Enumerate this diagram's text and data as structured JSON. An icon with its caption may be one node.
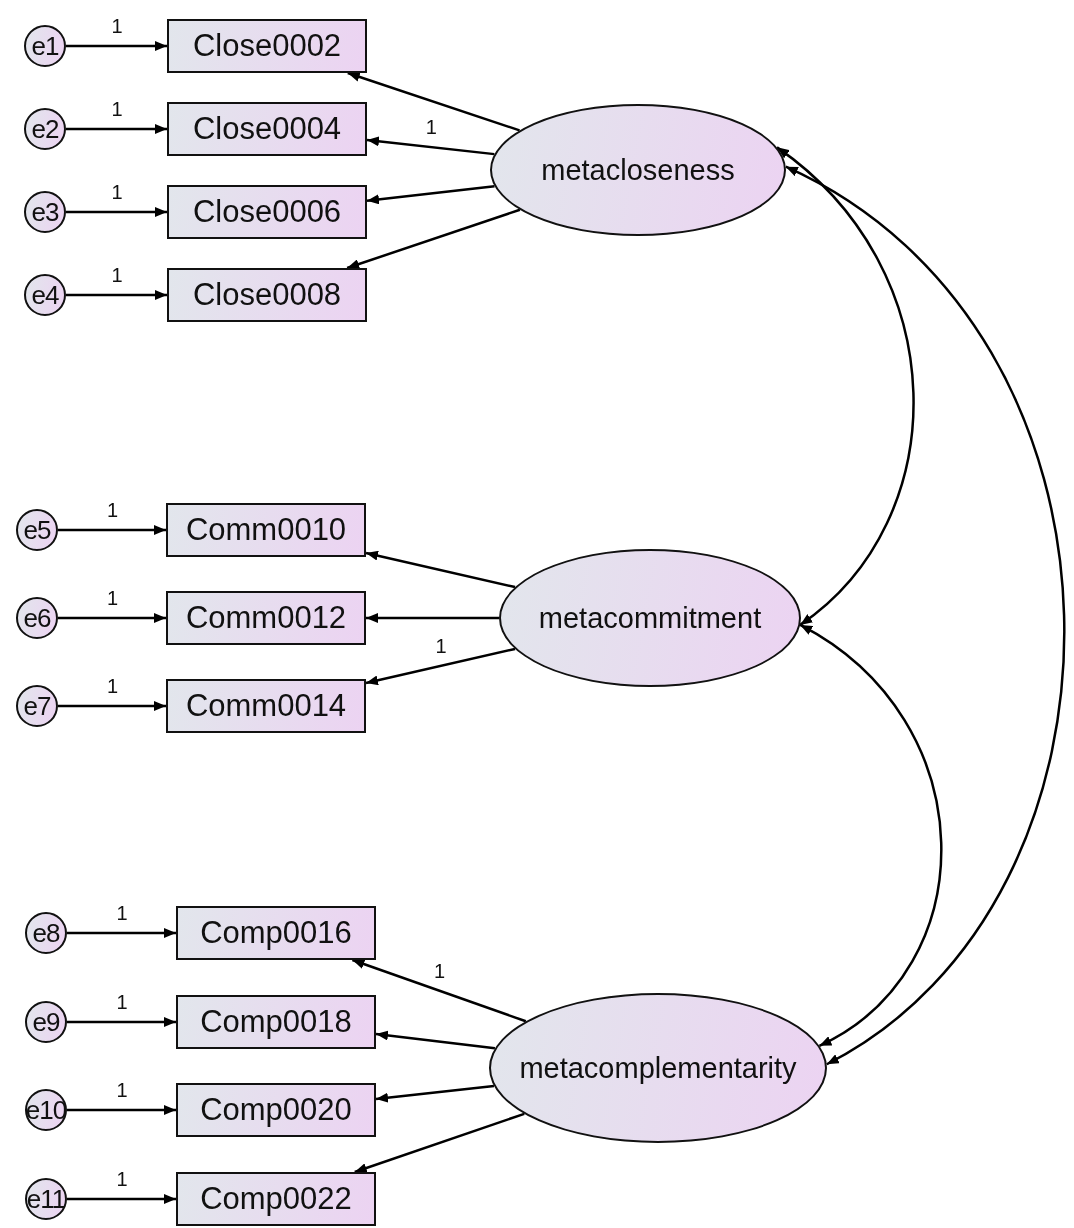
{
  "diagram": {
    "nodes": [
      {
        "text": [
          "e1"
        ]
      },
      {
        "text": [
          "Close0002"
        ]
      },
      {
        "text": [
          "e2"
        ]
      },
      {
        "text": [
          "Close0004"
        ]
      },
      {
        "text": [
          "e3"
        ]
      },
      {
        "text": [
          "Close0006"
        ]
      },
      {
        "text": [
          "e4"
        ]
      },
      {
        "text": [
          "Close0008"
        ]
      },
      {
        "text": [
          "metacloseness"
        ]
      },
      {
        "text": [
          "e5"
        ]
      },
      {
        "text": [
          "Comm0010"
        ]
      },
      {
        "text": [
          "e6"
        ]
      },
      {
        "text": [
          "Comm0012"
        ]
      },
      {
        "text": [
          "e7"
        ]
      },
      {
        "text": [
          "Comm0014"
        ]
      },
      {
        "text": [
          "metacommitment"
        ]
      },
      {
        "text": [
          "e8"
        ]
      },
      {
        "text": [
          "Comp0016"
        ]
      },
      {
        "text": [
          "e9"
        ]
      },
      {
        "text": [
          "Comp0018"
        ]
      },
      {
        "text": [
          "e10"
        ]
      },
      {
        "text": [
          "Comp0020"
        ]
      },
      {
        "text": [
          "e11"
        ]
      },
      {
        "text": [
          "Comp0022"
        ]
      },
      {
        "text": [
          "metacomplementarity"
        ]
      }
    ],
    "edges": [
      {
        "from": 0,
        "to": 1,
        "arrow": "to",
        "label": "1"
      },
      {
        "from": 2,
        "to": 3,
        "arrow": "to",
        "label": "1"
      },
      {
        "from": 4,
        "to": 5,
        "arrow": "to",
        "label": "1"
      },
      {
        "from": 6,
        "to": 7,
        "arrow": "to",
        "label": "1"
      },
      {
        "from": 8,
        "to": 1,
        "arrow": "to"
      },
      {
        "from": 8,
        "to": 3,
        "arrow": "to",
        "label": "1"
      },
      {
        "from": 8,
        "to": 5,
        "arrow": "to"
      },
      {
        "from": 8,
        "to": 7,
        "arrow": "to"
      },
      {
        "from": 9,
        "to": 10,
        "arrow": "to",
        "label": "1"
      },
      {
        "from": 11,
        "to": 12,
        "arrow": "to",
        "label": "1"
      },
      {
        "from": 13,
        "to": 14,
        "arrow": "to",
        "label": "1"
      },
      {
        "from": 15,
        "to": 10,
        "arrow": "to"
      },
      {
        "from": 15,
        "to": 12,
        "arrow": "to"
      },
      {
        "from": 15,
        "to": 14,
        "arrow": "to",
        "label": "1"
      },
      {
        "from": 16,
        "to": 17,
        "arrow": "to",
        "label": "1"
      },
      {
        "from": 18,
        "to": 19,
        "arrow": "to",
        "label": "1"
      },
      {
        "from": 20,
        "to": 21,
        "arrow": "to",
        "label": "1"
      },
      {
        "from": 22,
        "to": 23,
        "arrow": "to",
        "label": "1"
      },
      {
        "from": 24,
        "to": 17,
        "arrow": "to",
        "label": "1"
      },
      {
        "from": 24,
        "to": 19,
        "arrow": "to"
      },
      {
        "from": 24,
        "to": 21,
        "arrow": "to"
      },
      {
        "from": 24,
        "to": 23,
        "arrow": "to"
      },
      {
        "from": 8,
        "to": 15,
        "arrow": "both"
      },
      {
        "from": 15,
        "to": 24,
        "arrow": "both"
      },
      {
        "from": 8,
        "to": 24,
        "arrow": "both"
      }
    ]
  }
}
